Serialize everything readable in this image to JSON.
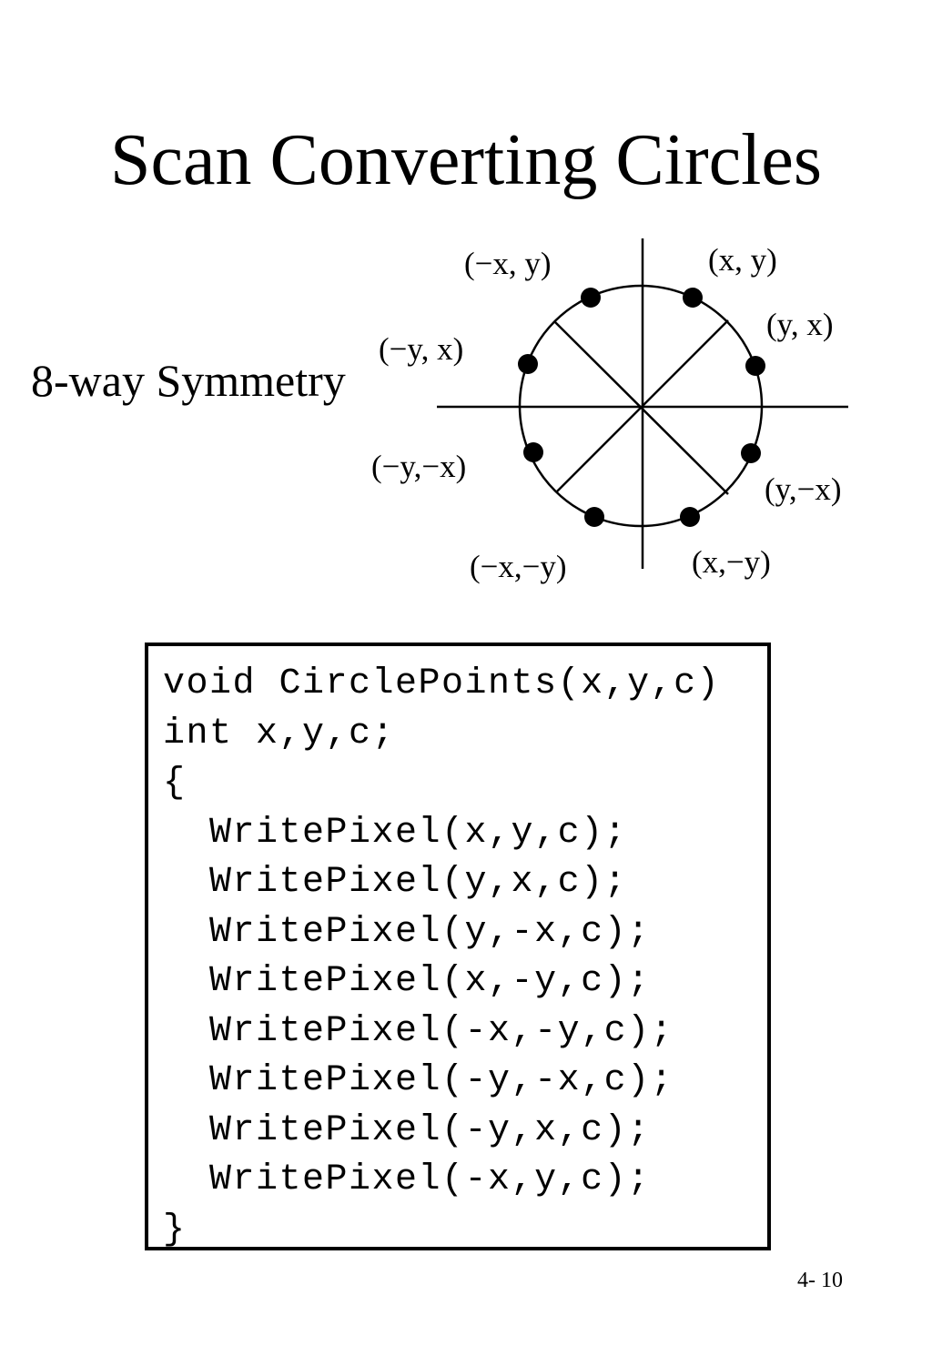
{
  "slide": {
    "title": "Scan Converting Circles",
    "subtitle": "8-way Symmetry",
    "page_number": "4- 10"
  },
  "diagram": {
    "points": [
      {
        "label": "(x, y)"
      },
      {
        "label": "(y, x)"
      },
      {
        "label": "(y,−x)"
      },
      {
        "label": "(x,−y)"
      },
      {
        "label": "(−x,−y)"
      },
      {
        "label": "(−y,−x)"
      },
      {
        "label": "(−y, x)"
      },
      {
        "label": "(−x, y)"
      }
    ]
  },
  "code": {
    "lines": [
      "void CirclePoints(x,y,c)",
      "int x,y,c;",
      "{",
      "  WritePixel(x,y,c);",
      "  WritePixel(y,x,c);",
      "  WritePixel(y,-x,c);",
      "  WritePixel(x,-y,c);",
      "  WritePixel(-x,-y,c);",
      "  WritePixel(-y,-x,c);",
      "  WritePixel(-y,x,c);",
      "  WritePixel(-x,y,c);",
      "}"
    ]
  }
}
